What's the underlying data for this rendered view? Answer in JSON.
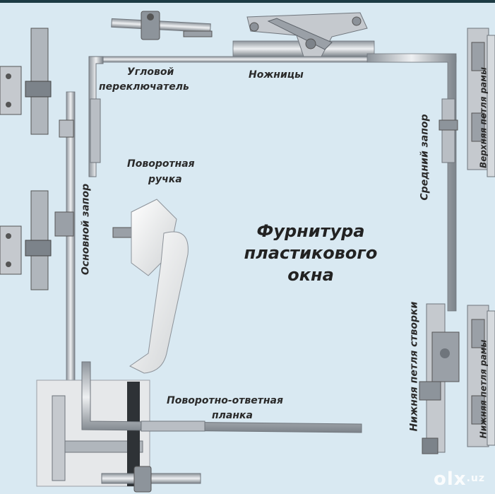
{
  "title": {
    "line1": "Фурнитура",
    "line2": "пластикового",
    "line3": "окна"
  },
  "labels": {
    "corner_switch_1": "Угловой",
    "corner_switch_2": "переключатель",
    "scissors": "Ножницы",
    "middle_lock": "Средний запор",
    "main_lock": "Основной запор",
    "handle_1": "Поворотная",
    "handle_2": "ручка",
    "strike_1": "Поворотно-ответная",
    "strike_2": "планка",
    "bottom_hinge": "Нижняя петля створки",
    "frame_top_hinge": "Верхняя петля рамы",
    "frame_bottom_hinge": "Нижняя петля рамы"
  },
  "watermark": {
    "brand": "olx",
    "domain": ".uz"
  },
  "colors": {
    "background": "#d9e9f2",
    "metal": "#c9cdd2",
    "metal_dark": "#6f757c",
    "handle": "#f4f4f2",
    "text": "#2a2a2a"
  }
}
